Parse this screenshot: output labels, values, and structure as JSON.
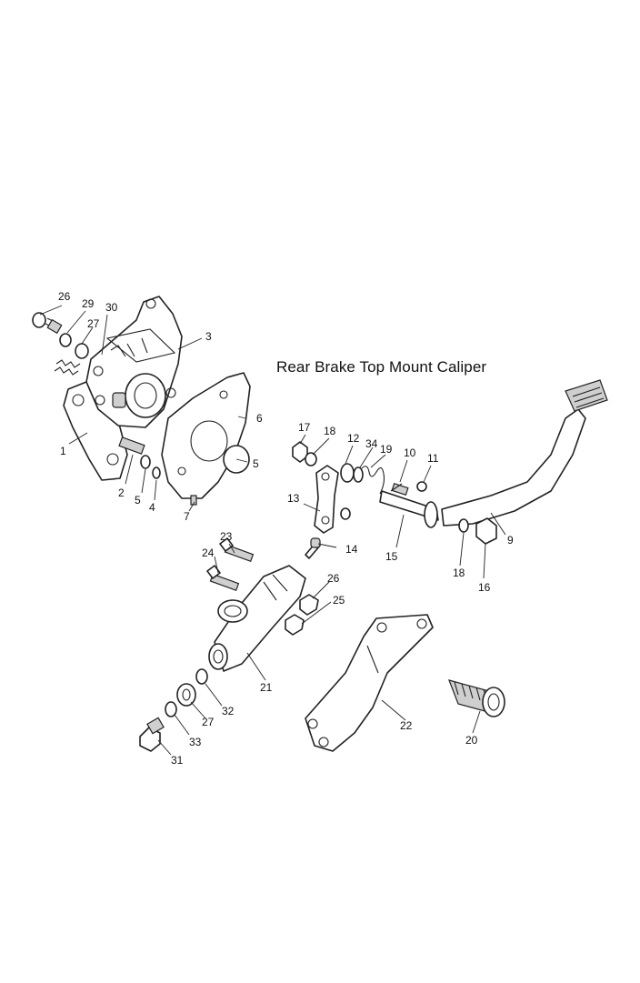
{
  "title": "Rear Brake Top Mount Caliper",
  "callouts": {
    "c1": "1",
    "c2": "2",
    "c3": "3",
    "c4": "4",
    "c5a": "5",
    "c5b": "5",
    "c6": "6",
    "c7": "7",
    "c9": "9",
    "c10": "10",
    "c11": "11",
    "c12": "12",
    "c13": "13",
    "c14": "14",
    "c15": "15",
    "c16": "16",
    "c17": "17",
    "c18a": "18",
    "c18b": "18",
    "c19": "19",
    "c20": "20",
    "c21": "21",
    "c22": "22",
    "c23": "23",
    "c24": "24",
    "c25": "25",
    "c26a": "26",
    "c26b": "26",
    "c27a": "27",
    "c27b": "27",
    "c29": "29",
    "c30": "30",
    "c31": "31",
    "c32": "32",
    "c33": "33",
    "c34": "34"
  }
}
